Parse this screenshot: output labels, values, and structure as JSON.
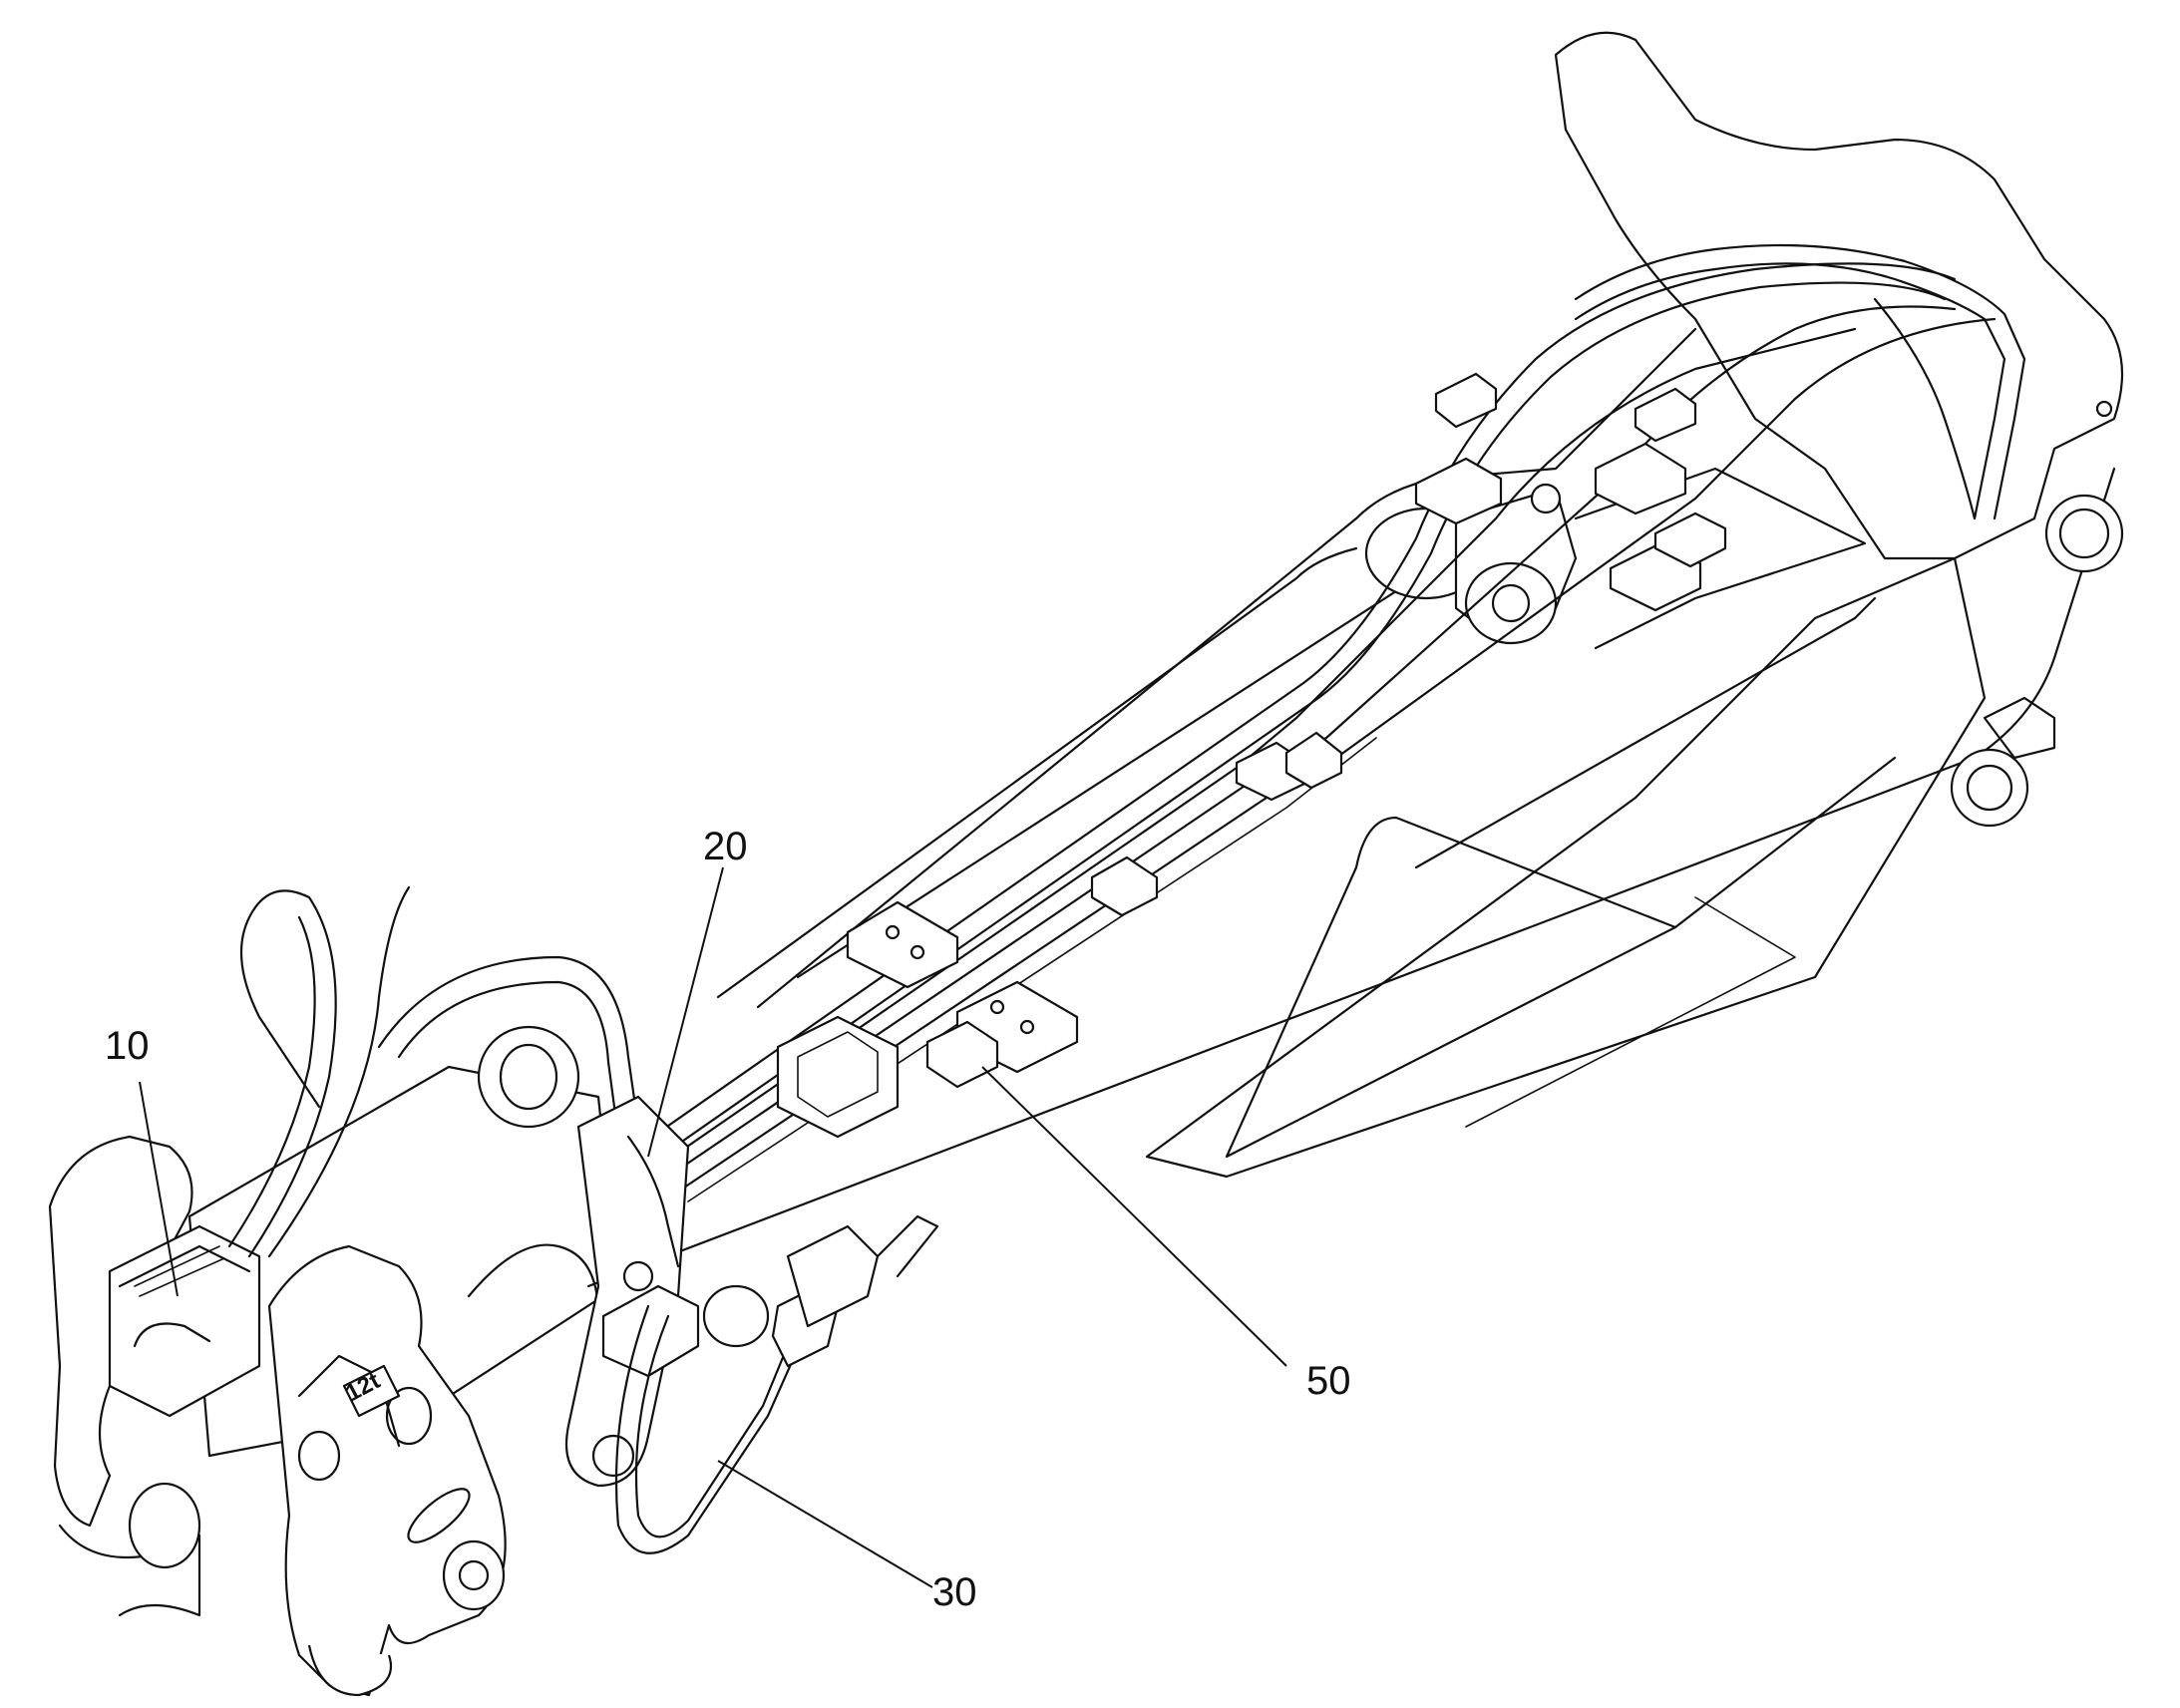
{
  "callouts": [
    {
      "id": "10",
      "label": "10"
    },
    {
      "id": "20",
      "label": "20"
    },
    {
      "id": "30",
      "label": "30"
    },
    {
      "id": "50",
      "label": "50"
    }
  ],
  "plate": {
    "model_text": "12t"
  },
  "colors": {
    "line": "#111111",
    "background": "#ffffff"
  }
}
